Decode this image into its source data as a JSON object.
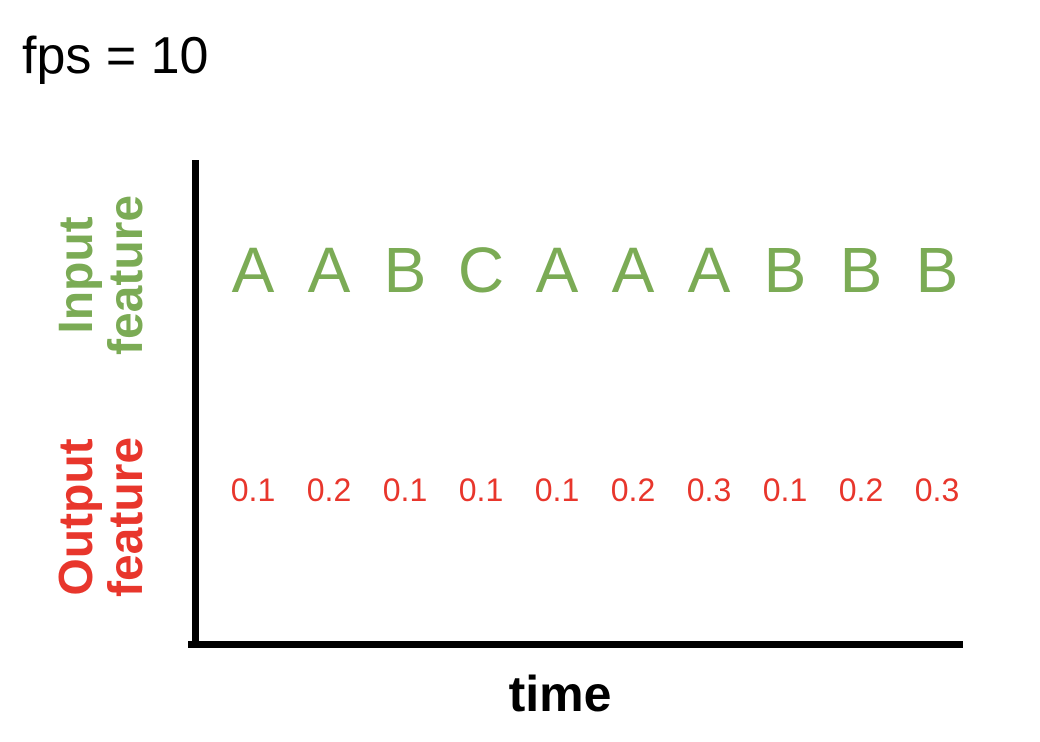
{
  "header": {
    "fps_text": "fps = 10"
  },
  "labels": {
    "input_line1": "Input",
    "input_line2": "feature",
    "output_line1": "Output",
    "output_line2": "feature",
    "time": "time"
  },
  "colors": {
    "input": "#7bab55",
    "output": "#e8362c",
    "axis": "#000000"
  },
  "input_features": [
    "A",
    "A",
    "B",
    "C",
    "A",
    "A",
    "A",
    "B",
    "B",
    "B"
  ],
  "output_features": [
    "0.1",
    "0.2",
    "0.1",
    "0.1",
    "0.1",
    "0.2",
    "0.3",
    "0.1",
    "0.2",
    "0.3"
  ]
}
